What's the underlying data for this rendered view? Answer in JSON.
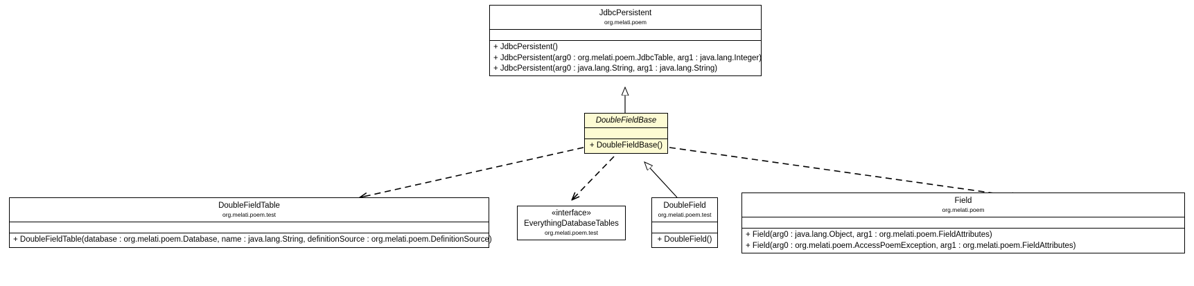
{
  "diagram": {
    "title": "DoubleFieldBase UML Class Diagram",
    "type": "uml-class-diagram",
    "background": "#ffffff",
    "highlight_color": "#fdfbd3",
    "line_color": "#000000"
  },
  "classes": {
    "jdbc_persistent": {
      "name": "JdbcPersistent",
      "package": "org.melati.poem",
      "abstract": false,
      "highlighted": false,
      "attributes": [],
      "operations": [
        "+ JdbcPersistent()",
        "+ JdbcPersistent(arg0 : org.melati.poem.JdbcTable, arg1 : java.lang.Integer)",
        "+ JdbcPersistent(arg0 : java.lang.String, arg1 : java.lang.String)"
      ]
    },
    "double_field_base": {
      "name": "DoubleFieldBase",
      "package": "",
      "abstract": true,
      "highlighted": true,
      "attributes": [],
      "operations": [
        "+ DoubleFieldBase()"
      ]
    },
    "double_field_table": {
      "name": "DoubleFieldTable",
      "package": "org.melati.poem.test",
      "abstract": false,
      "highlighted": false,
      "attributes": [],
      "operations": [
        "+ DoubleFieldTable(database : org.melati.poem.Database, name : java.lang.String, definitionSource : org.melati.poem.DefinitionSource)"
      ]
    },
    "everything_database_tables": {
      "name": "EverythingDatabaseTables",
      "stereotype": "«interface»",
      "package": "org.melati.poem.test",
      "abstract": false,
      "highlighted": false,
      "attributes": [],
      "operations": []
    },
    "double_field": {
      "name": "DoubleField",
      "package": "org.melati.poem.test",
      "abstract": false,
      "highlighted": false,
      "attributes": [],
      "operations": [
        "+ DoubleField()"
      ]
    },
    "field": {
      "name": "Field",
      "package": "org.melati.poem",
      "abstract": false,
      "highlighted": false,
      "attributes": [],
      "operations": [
        "+ Field(arg0 : java.lang.Object, arg1 : org.melati.poem.FieldAttributes)",
        "+ Field(arg0 : org.melati.poem.AccessPoemException, arg1 : org.melati.poem.FieldAttributes)"
      ]
    }
  },
  "relationships": [
    {
      "from": "double_field_base",
      "to": "jdbc_persistent",
      "kind": "generalization",
      "style": "solid"
    },
    {
      "from": "double_field_base",
      "to": "double_field_table",
      "kind": "dependency",
      "style": "dashed"
    },
    {
      "from": "double_field_base",
      "to": "everything_database_tables",
      "kind": "dependency",
      "style": "dashed"
    },
    {
      "from": "double_field",
      "to": "double_field_base",
      "kind": "generalization",
      "style": "solid"
    },
    {
      "from": "double_field_base",
      "to": "field",
      "kind": "dependency",
      "style": "dashed"
    }
  ]
}
